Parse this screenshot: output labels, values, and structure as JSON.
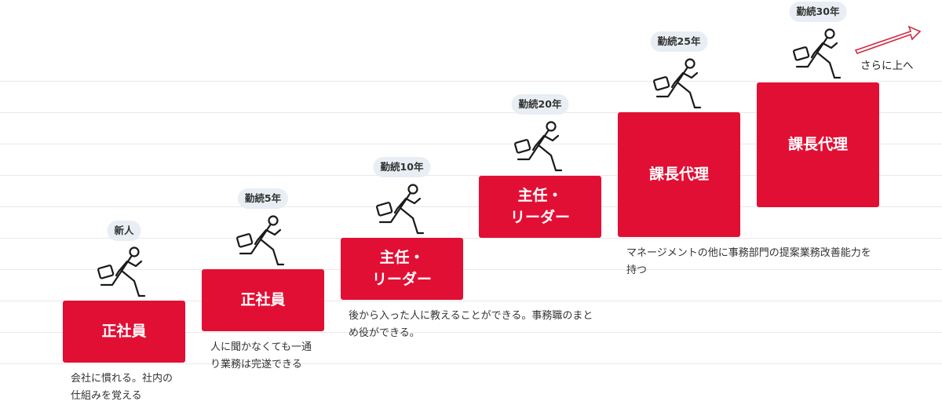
{
  "colors": {
    "step_red": "#e20f34",
    "pill_bg": "#e8eef3",
    "arrow": "#d22a45"
  },
  "stages": [
    {
      "tenure": "新人",
      "title": "正社員",
      "description": "会社に慣れる。社内の仕組みを覚える"
    },
    {
      "tenure": "勤続5年",
      "title": "正社員",
      "description": "人に聞かなくても一通り業務は完遂できる"
    },
    {
      "tenure": "勤続10年",
      "title": "主任・\nリーダー",
      "description": "後から入った人に教えることができる。事務職のまとめ役ができる。"
    },
    {
      "tenure": "勤続20年",
      "title": "主任・\nリーダー",
      "description": ""
    },
    {
      "tenure": "勤続25年",
      "title": "課長代理",
      "description": "マネージメントの他に事務部門の提案業務改善能力を持つ"
    },
    {
      "tenure": "勤続30年",
      "title": "課長代理",
      "description": ""
    }
  ],
  "next_step_label": "さらに上へ",
  "icons": {
    "stage_icon": "running-businessperson-icon",
    "arrow_icon": "up-right-arrow-icon"
  }
}
